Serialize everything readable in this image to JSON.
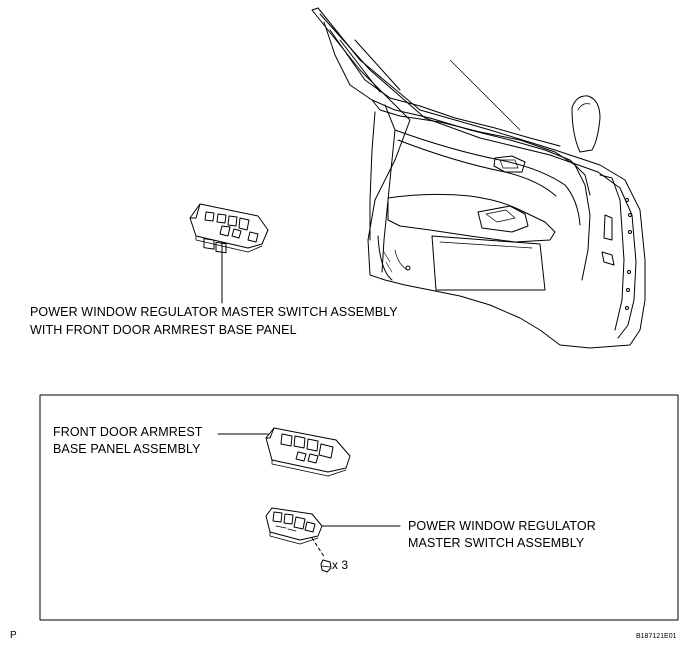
{
  "labels": {
    "top_assembly_line1": "POWER WINDOW REGULATOR MASTER SWITCH ASSEMBLY",
    "top_assembly_line2": "WITH FRONT DOOR ARMREST BASE PANEL",
    "armrest_line1": "FRONT DOOR ARMREST",
    "armrest_line2": "BASE PANEL ASSEMBLY",
    "switch_line1": "POWER WINDOW REGULATOR",
    "switch_line2": "MASTER SWITCH ASSEMBLY",
    "screw_quantity": "x 3",
    "page_mark": "P",
    "figure_code": "B187121E01"
  },
  "colors": {
    "ink": "#000000",
    "paper": "#ffffff"
  }
}
